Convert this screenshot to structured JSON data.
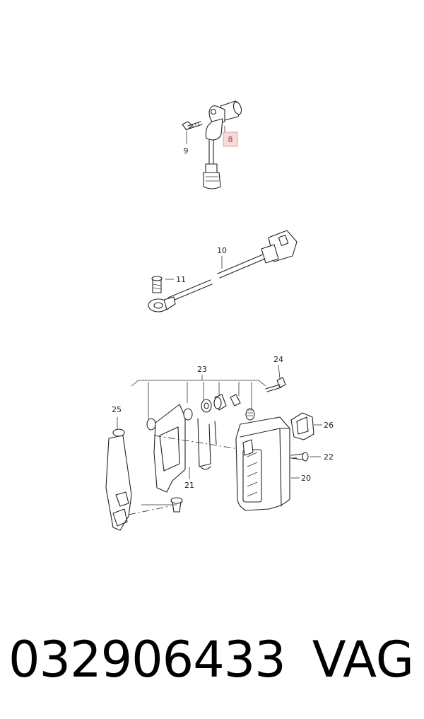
{
  "labels": {
    "p8": "8",
    "p9": "9",
    "p10": "10",
    "p11": "11",
    "p20": "20",
    "p21": "21",
    "p22": "22",
    "p23": "23",
    "p24": "24",
    "p25": "25",
    "p26": "26"
  },
  "highlight": {
    "fill": "#f6dada",
    "stroke": "#e0a0a0",
    "text": "#b03030"
  },
  "footer": {
    "part_number": "032906433",
    "brand": "VAG"
  }
}
